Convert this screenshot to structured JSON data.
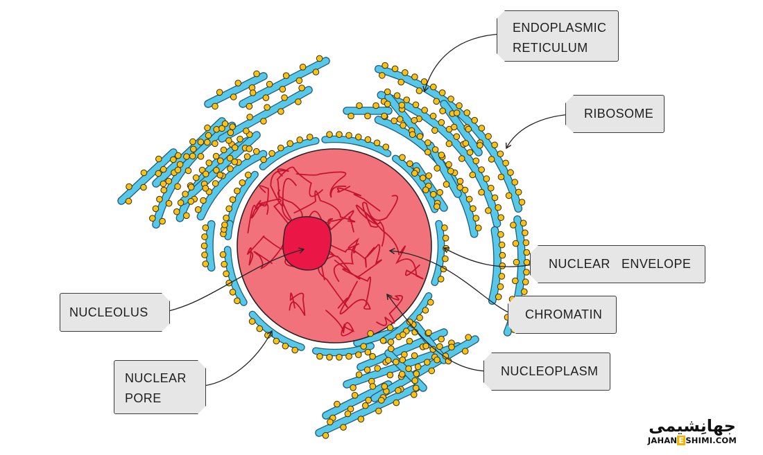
{
  "labels": {
    "endoplasmic_reticulum": "ENDOPLASMIC\nRETICULUM",
    "ribosome": "RIBOSOME",
    "nuclear_envelope": "NUCLEAR   ENVELOPE",
    "chromatin": "CHROMATIN",
    "nucleoplasm": "NUCLEOPLASM",
    "nucleolus": "NUCLEOLUS",
    "nuclear_pore": "NUCLEAR\nPORE"
  },
  "logo": {
    "mark_left": "جهان",
    "mark_accent": "ِ",
    "mark_right": "شیمی",
    "site_prefix": "JAHAN",
    "site_accent": "E",
    "site_suffix": "SHIMI.COM"
  },
  "colors": {
    "er_fill": "#58c8ea",
    "er_stroke": "#1f5c76",
    "ribosome_fill": "#f7c21b",
    "nucleus_fill": "#f2727c",
    "nucleolus_fill": "#ea1746",
    "chromatin": "#c4122f",
    "label_bg": "#e6e6e6",
    "logo_accent": "#f2b300"
  }
}
